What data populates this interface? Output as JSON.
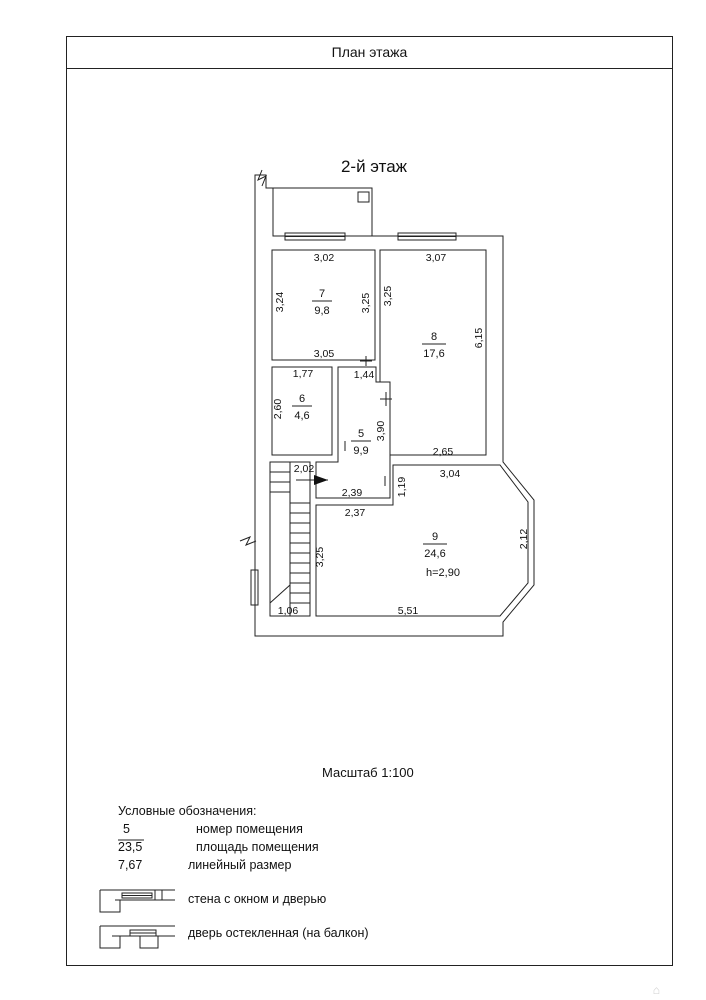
{
  "header": {
    "title": "План этажа"
  },
  "plan": {
    "floor_title": "2-й этаж",
    "rooms": [
      {
        "number": "7",
        "area": "9,8"
      },
      {
        "number": "8",
        "area": "17,6"
      },
      {
        "number": "6",
        "area": "4,6"
      },
      {
        "number": "5",
        "area": "9,9"
      },
      {
        "number": "9",
        "area": "24,6",
        "height": "h=2,90"
      }
    ],
    "dimensions": [
      "3,02",
      "3,07",
      "3,24",
      "3,25",
      "3,25",
      "6,15",
      "3,05",
      "1,77",
      "1,44",
      "2,60",
      "3,90",
      "2,65",
      "2,02",
      "3,04",
      "1,19",
      "2,39",
      "2,37",
      "2,12",
      "3,25",
      "1,06",
      "5,51"
    ]
  },
  "scale": {
    "text": "Масштаб 1:100"
  },
  "legend": {
    "title": "Условные обозначения:",
    "items": [
      {
        "sample": "5",
        "text": "номер помещения"
      },
      {
        "sample": "23,5",
        "text": "площадь помещения"
      },
      {
        "sample": "7,67",
        "text": "линейный размер"
      },
      {
        "text": "стена с окном и дверью"
      },
      {
        "text": "дверь остекленная (на балкон)"
      }
    ]
  }
}
